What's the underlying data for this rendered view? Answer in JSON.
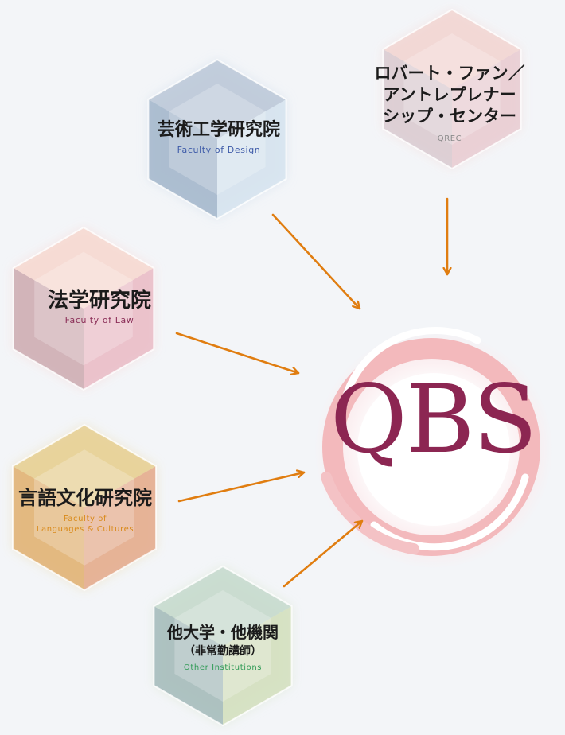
{
  "nodes": {
    "qrec": {
      "jp_lines": [
        "ロバート・ファン／",
        "アントレプレナー",
        "シップ・センター"
      ],
      "en": "QREC",
      "en_color": "#8a8a8a"
    },
    "design": {
      "jp": "芸術工学研究院",
      "en": "Faculty of Design",
      "en_color": "#3d5aa8"
    },
    "law": {
      "jp": "法学研究院",
      "en": "Faculty of Law",
      "en_color": "#8b2f58"
    },
    "languages": {
      "jp": "言語文化研究院",
      "en_lines": [
        "Faculty of",
        "Languages & Cultures"
      ],
      "en_color": "#d98a1a"
    },
    "other": {
      "jp": "他大学・他機関",
      "sub": "（非常勤講師）",
      "en": "Other Institutions",
      "en_color": "#2f9a55"
    }
  },
  "center": {
    "label": "QBS",
    "text_color": "#8c2652",
    "ring_color": "#f3b9bc"
  },
  "colors": {
    "arrow": "#e07d10",
    "background": "#f3f5f8"
  }
}
